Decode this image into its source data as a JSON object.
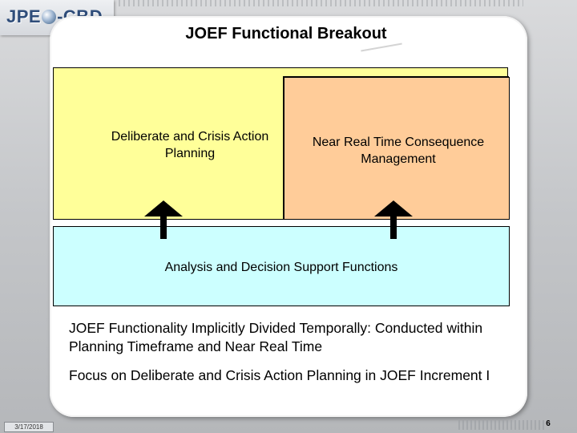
{
  "header": {
    "logo_left": "JPE",
    "logo_right": "-CBD",
    "title": "JOEF Functional Breakout"
  },
  "diagram": {
    "planning_box_label": "Deliberate and Crisis Action Planning",
    "near_real_time_box_label": "Near Real Time Consequence Management",
    "analysis_box_label": "Analysis and Decision Support Functions",
    "colors": {
      "planning_fill": "#ffff99",
      "near_real_time_fill": "#ffcc99",
      "analysis_fill": "#ccffff"
    }
  },
  "bullets": [
    "JOEF Functionality Implicitly Divided Temporally: Conducted within Planning Timeframe and Near Real Time",
    "Focus on Deliberate and Crisis Action Planning in JOEF Increment I"
  ],
  "footer": {
    "date": "3/17/2018",
    "page_number": "6"
  }
}
